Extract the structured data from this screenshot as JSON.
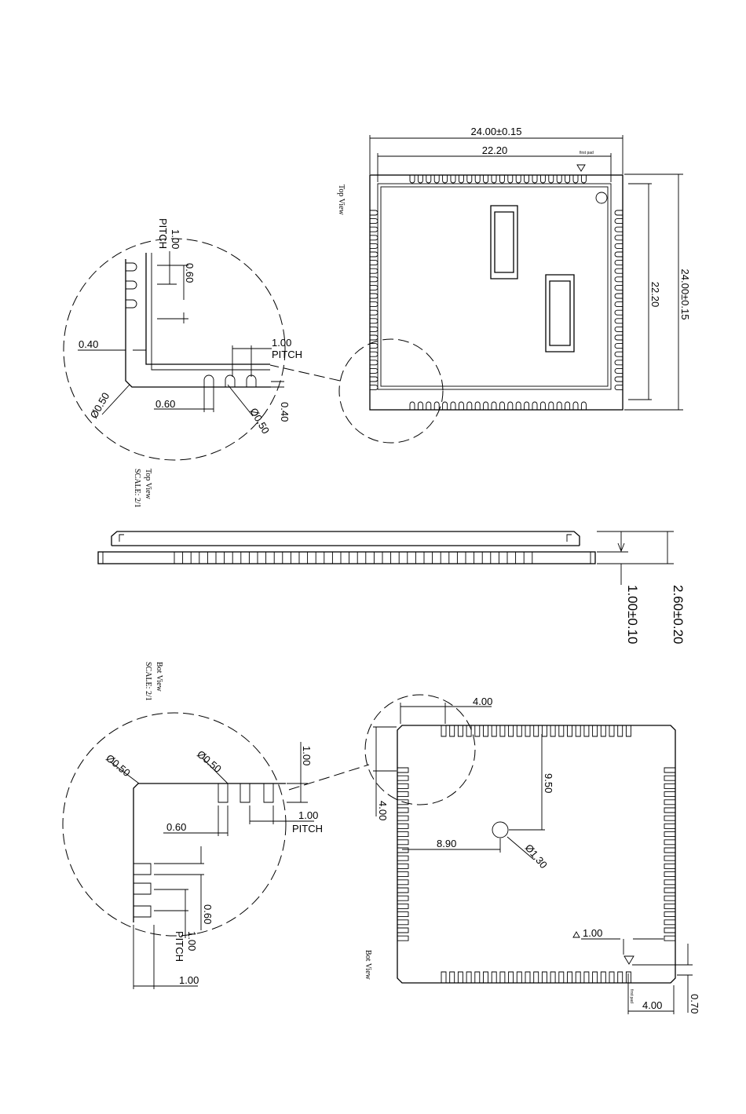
{
  "drawing": {
    "top_view": {
      "title": "Top View",
      "width_overall": "24.00±0.15",
      "width_inner": "22.20",
      "height_overall": "24.00±0.15",
      "height_inner": "22.20",
      "first_pad_label": "first pad"
    },
    "top_detail": {
      "title": "Top View",
      "scale": "SCALE: 2/1",
      "pitch_value_v": "1.00",
      "pitch_label_v": "PITCH",
      "pad_length": "0.60",
      "edge_offset": "0.40",
      "pitch_value_h": "1.00",
      "pitch_label_h": "PITCH",
      "pad_width": "0.60",
      "pad_diameter": "Ø0.50",
      "pad_edge": "0.40",
      "corner_chamfer": "Ø0.50"
    },
    "side_view": {
      "thickness_total": "2.60±0.20",
      "thickness_base": "1.00±0.10"
    },
    "bottom_detail": {
      "title": "Bot View",
      "scale": "SCALE: 2/1",
      "corner_diameter": "Ø0.50",
      "pad_diameter": "Ø0.50",
      "pad_offset": "1.00",
      "pitch_value_h": "1.00",
      "pitch_label_h": "PITCH",
      "pad_length": "0.60",
      "pad_width_v": "0.60",
      "pitch_value_v": "1.00",
      "pitch_label_v": "PITCH",
      "edge_offset": "1.00"
    },
    "bottom_view": {
      "title": "Bot View",
      "corner_x": "4.00",
      "corner_y": "4.00",
      "hole_y": "9.50",
      "hole_x": "8.90",
      "hole_diameter": "Ø1.30",
      "marker_offset": "1.00",
      "edge_x": "4.00",
      "edge_y": "0.70",
      "first_pad_label": "first pad"
    }
  }
}
